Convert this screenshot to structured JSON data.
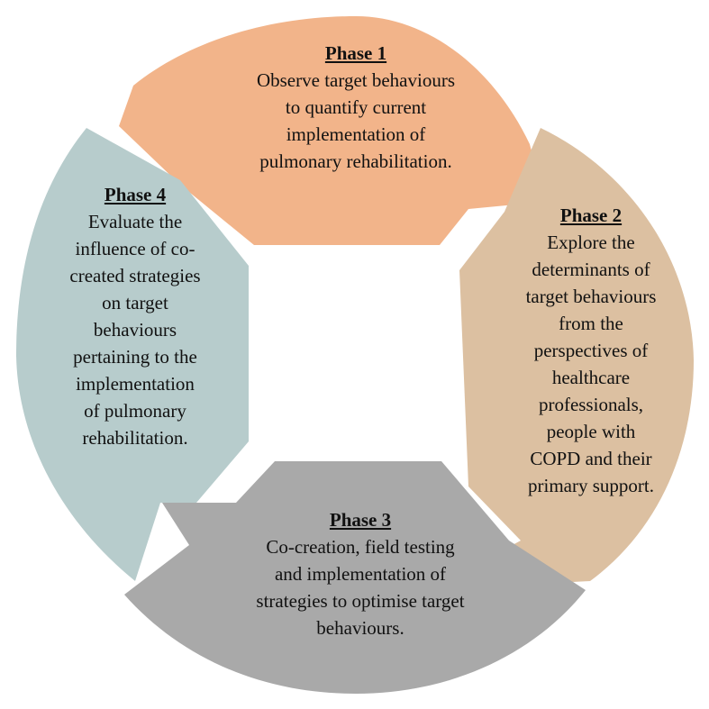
{
  "colors": {
    "phase1": "#f2b48a",
    "phase2": "#dcc0a1",
    "phase3": "#a9a9a9",
    "phase4": "#b7cccc"
  },
  "phases": [
    {
      "title": "Phase 1",
      "lines": "Observe target behaviours\nto quantify current\nimplementation of\npulmonary rehabilitation."
    },
    {
      "title": "Phase 2",
      "lines": "Explore the\ndeterminants of\ntarget behaviours\nfrom the\nperspectives of\nhealthcare\nprofessionals,\npeople with\nCOPD and their\nprimary support."
    },
    {
      "title": "Phase 3",
      "lines": "Co-creation, field testing\nand implementation of\nstrategies to optimise target\nbehaviours."
    },
    {
      "title": "Phase 4",
      "lines": "Evaluate the\ninfluence of co-\ncreated strategies\non target\nbehaviours\npertaining to the\nimplementation\nof pulmonary\nrehabilitation."
    }
  ]
}
